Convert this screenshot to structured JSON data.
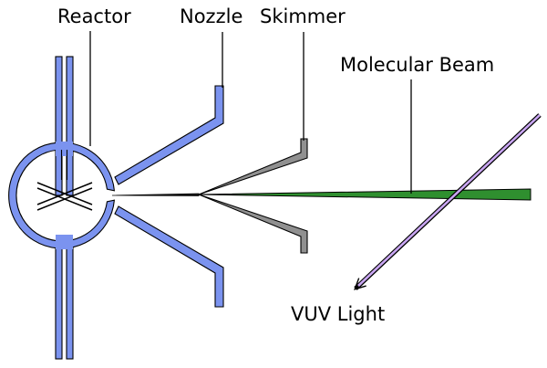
{
  "labels": {
    "reactor": "Reactor",
    "nozzle": "Nozzle",
    "skimmer": "Skimmer",
    "molecular_beam": "Molecular Beam",
    "vuv_light": "VUV Light"
  },
  "colors": {
    "reactor": "#7b93ef",
    "skimmer": "#909090",
    "beam": "#2f8f2f",
    "light": "#c9a6f2",
    "outline": "#000000"
  }
}
